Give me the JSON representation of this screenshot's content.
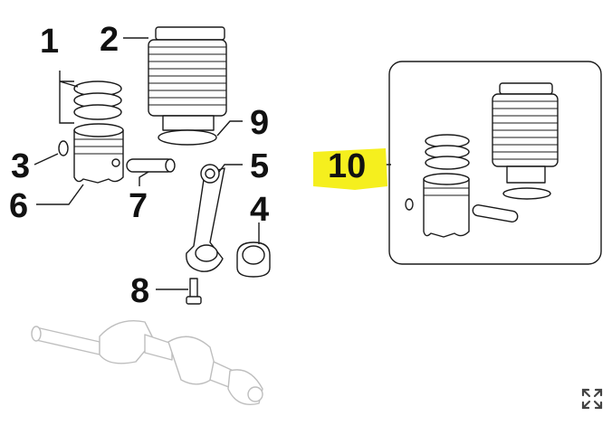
{
  "diagram": {
    "callouts": [
      {
        "id": "1",
        "label": "1"
      },
      {
        "id": "2",
        "label": "2"
      },
      {
        "id": "3",
        "label": "3"
      },
      {
        "id": "4",
        "label": "4"
      },
      {
        "id": "5",
        "label": "5"
      },
      {
        "id": "6",
        "label": "6"
      },
      {
        "id": "7",
        "label": "7"
      },
      {
        "id": "8",
        "label": "8"
      },
      {
        "id": "9",
        "label": "9"
      },
      {
        "id": "10",
        "label": "10"
      }
    ],
    "highlight_color": "#f5ef1e",
    "highlighted_callout": "10"
  },
  "controls": {
    "expand_icon": "expand-arrows-icon"
  }
}
